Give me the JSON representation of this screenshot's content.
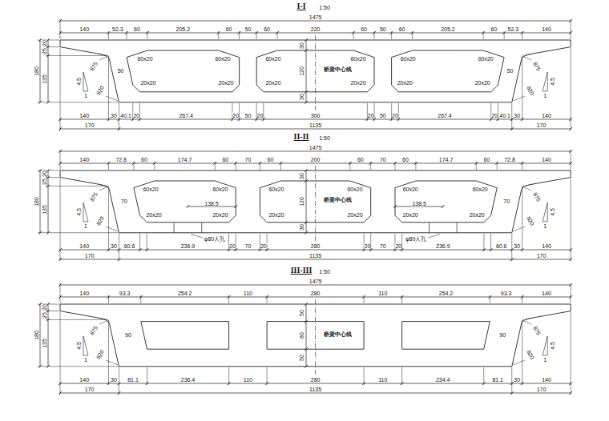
{
  "diagram": {
    "labels": [
      "I-I",
      "1:50",
      "1475",
      "140",
      "52.3",
      "60",
      "205.2",
      "60",
      "50",
      "60",
      "220",
      "60",
      "50",
      "60",
      "205.2",
      "60",
      "52.3",
      "140",
      "140",
      "30",
      "40.1",
      "20",
      "267.4",
      "20",
      "50",
      "20",
      "300",
      "20",
      "50",
      "20",
      "267.4",
      "20",
      "40.1",
      "30",
      "140",
      "170",
      "1135",
      "170",
      "20",
      "25",
      "135",
      "180",
      "30",
      "120",
      "30",
      "桥梁中心线",
      "50",
      "50",
      "875",
      "820",
      "4.5",
      "1",
      "875",
      "820",
      "4.5",
      "1",
      "60x20",
      "60x20",
      "20x20",
      "20x20",
      "60x20",
      "60x20",
      "20x20",
      "20x20",
      "60x20",
      "60x20",
      "20x20",
      "20x20",
      "II-II",
      "1:50",
      "1475",
      "140",
      "72.8",
      "60",
      "174.7",
      "60",
      "70",
      "60",
      "200",
      "60",
      "70",
      "60",
      "174.7",
      "60",
      "72.8",
      "140",
      "140",
      "30",
      "60.6",
      "236.9",
      "20",
      "70",
      "20",
      "280",
      "20",
      "70",
      "20",
      "236.9",
      "60.6",
      "30",
      "140",
      "170",
      "1135",
      "170",
      "20",
      "25",
      "135",
      "180",
      "30",
      "120",
      "30",
      "桥梁中心线",
      "70",
      "70",
      "875",
      "820",
      "4.5",
      "1",
      "875",
      "820",
      "4.5",
      "1",
      "60x20",
      "60x20",
      "20x20",
      "20x20",
      "60x20",
      "60x20",
      "20x20",
      "20x20",
      "60x20",
      "60x20",
      "20x20",
      "20x20",
      "138.5",
      "138.5",
      "φ80人孔",
      "φ80人孔",
      "III-III",
      "1:50",
      "1475",
      "140",
      "93.3",
      "254.2",
      "110",
      "280",
      "110",
      "254.2",
      "93.3",
      "140",
      "140",
      "30",
      "81.1",
      "236.4",
      "110",
      "280",
      "110",
      "234.4",
      "81.1",
      "30",
      "140",
      "170",
      "1135",
      "170",
      "20",
      "25",
      "135",
      "180",
      "50",
      "80",
      "50",
      "桥梁中心线",
      "90",
      "90",
      "875",
      "820",
      "4.5",
      "1",
      "875",
      "820",
      "4.5",
      "1"
    ]
  }
}
